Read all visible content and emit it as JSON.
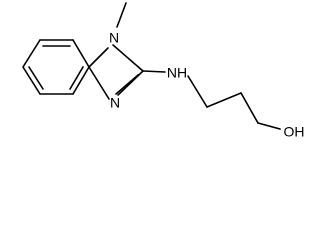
{
  "molecule": {
    "atoms": {
      "n1": "N",
      "n3": "N",
      "nh": "NH",
      "oh": "OH"
    }
  }
}
